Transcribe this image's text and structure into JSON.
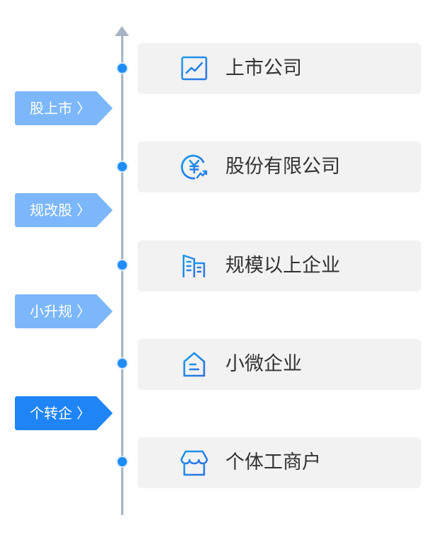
{
  "levels": [
    {
      "label": "上市公司",
      "icon": "stock-chart-icon"
    },
    {
      "label": "股份有限公司",
      "icon": "yuan-coin-growth-icon"
    },
    {
      "label": "规模以上企业",
      "icon": "office-building-icon"
    },
    {
      "label": "小微企业",
      "icon": "small-house-icon"
    },
    {
      "label": "个体工商户",
      "icon": "storefront-icon"
    }
  ],
  "transitions": [
    {
      "label": "股上市",
      "chevron": "〉"
    },
    {
      "label": "规改股",
      "chevron": "〉"
    },
    {
      "label": "小升规",
      "chevron": "〉"
    },
    {
      "label": "个转企",
      "chevron": "〉"
    }
  ],
  "colors": {
    "axis": "#a5b3c3",
    "node": "#1e8cf6",
    "card_bg": "#f2f2f2",
    "tag_light": "#7cb7fb",
    "tag_active": "#1f85f6",
    "icon_gradient_start": "#1a9bea",
    "icon_gradient_end": "#2a6fe6"
  }
}
